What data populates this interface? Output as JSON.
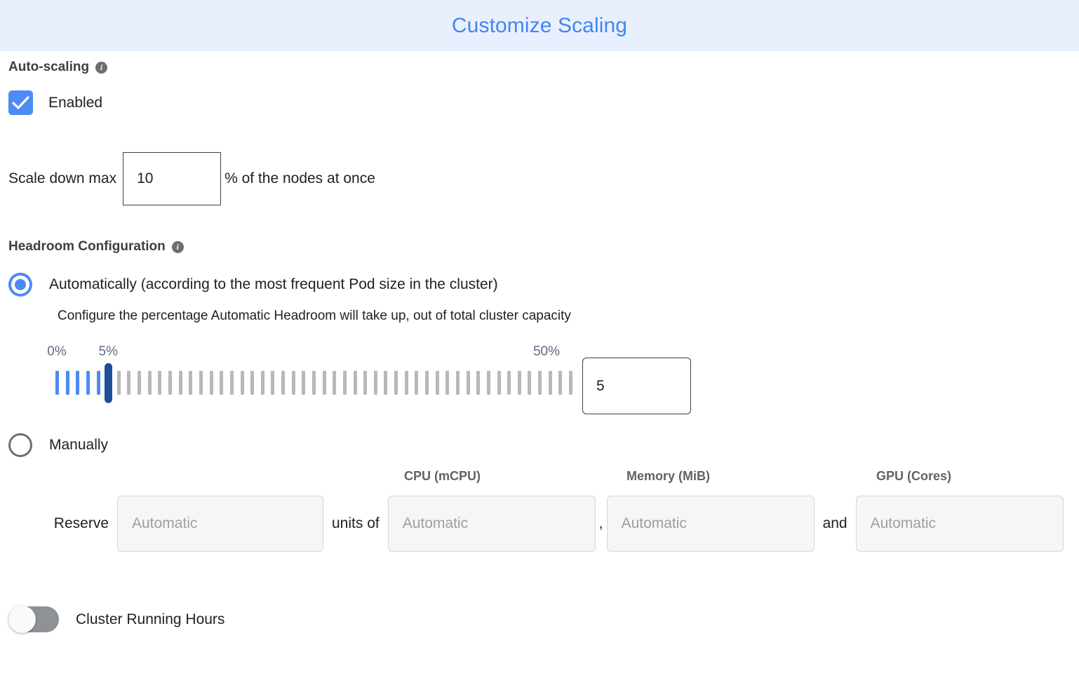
{
  "header": {
    "title": "Customize Scaling",
    "title_color": "#4285f4",
    "background_color": "#e9f0fd"
  },
  "autoscaling": {
    "section_title": "Auto-scaling",
    "info_glyph": "i",
    "enabled_label": "Enabled",
    "enabled_checked": true,
    "scale_down": {
      "prefix_label": "Scale down max",
      "value": "10",
      "suffix_label": "% of the nodes at once"
    }
  },
  "headroom": {
    "section_title": "Headroom Configuration",
    "info_glyph": "i",
    "automatic": {
      "label": "Automatically (according to the most frequent Pod size in the cluster)",
      "selected": true,
      "description": "Configure the percentage Automatic Headroom will take up, out of total cluster capacity"
    },
    "slider": {
      "min_label": "0%",
      "current_label": "5%",
      "max_label": "50%",
      "min_value": 0,
      "max_value": 50,
      "value": 5,
      "value_box": "5",
      "tick_count": 51,
      "active_color": "#4c8bf5",
      "inactive_color": "#b8b8b8",
      "thumb_color": "#1c4e9c",
      "label_color": "#5f6a7d"
    },
    "manual": {
      "label": "Manually",
      "selected": false,
      "reserve_label": "Reserve",
      "units_of_label": "units of",
      "comma_label": ",",
      "and_label": "and",
      "fields": [
        {
          "name": "units",
          "column_label": "",
          "placeholder": "Automatic",
          "value": ""
        },
        {
          "name": "cpu",
          "column_label": "CPU (mCPU)",
          "placeholder": "Automatic",
          "value": ""
        },
        {
          "name": "memory",
          "column_label": "Memory (MiB)",
          "placeholder": "Automatic",
          "value": ""
        },
        {
          "name": "gpu",
          "column_label": "GPU (Cores)",
          "placeholder": "Automatic",
          "value": ""
        }
      ]
    }
  },
  "cluster_running_hours": {
    "label": "Cluster Running Hours",
    "enabled": false
  }
}
